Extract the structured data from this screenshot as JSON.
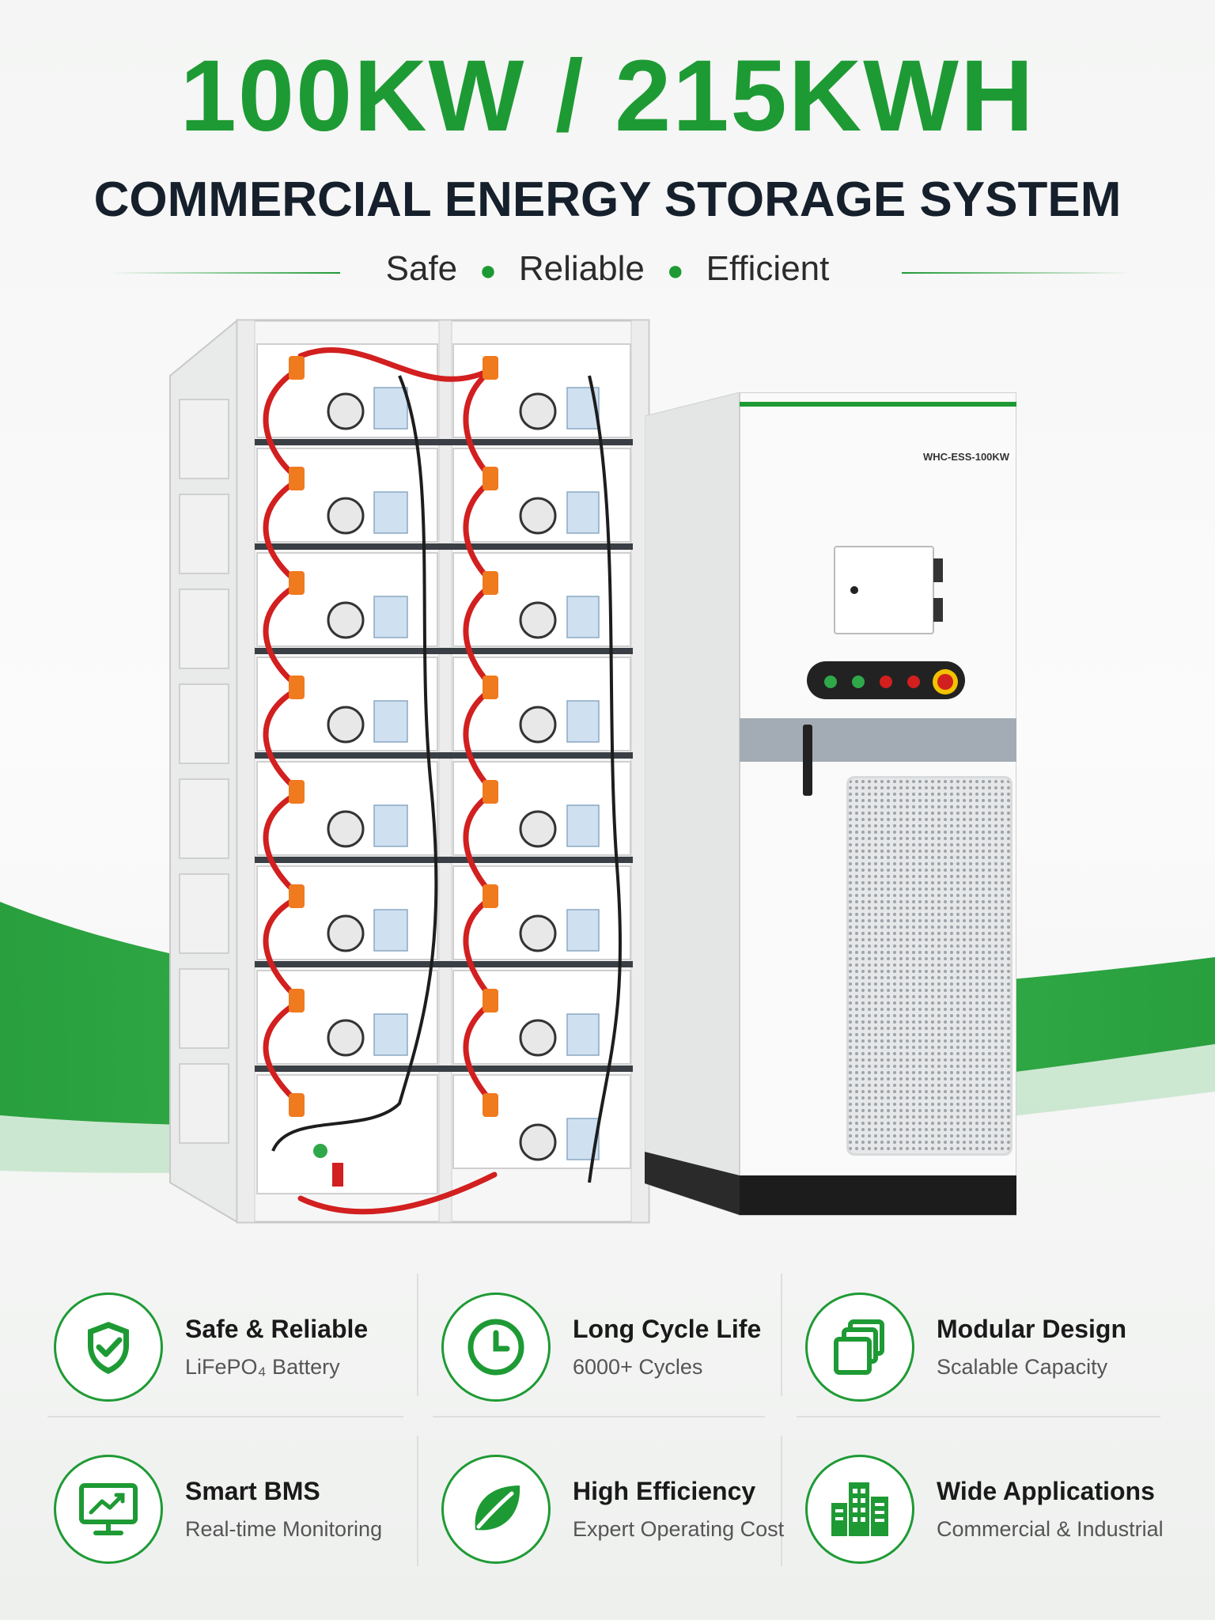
{
  "headline": "100KW / 215KWH",
  "subheadline": "COMMERCIAL ENERGY STORAGE SYSTEM",
  "tagline": {
    "items": [
      "Safe",
      "Reliable",
      "Efficient"
    ]
  },
  "cabinet": {
    "model": "WHC-ESS-100KW"
  },
  "features": [
    {
      "title": "Safe & Reliable",
      "desc": "LiFePO₄ Battery",
      "icon": "shield-check-icon"
    },
    {
      "title": "Long Cycle Life",
      "desc": "6000+ Cycles",
      "icon": "clock-icon"
    },
    {
      "title": "Modular Design",
      "desc": "Scalable Capacity",
      "icon": "stacked-modules-icon"
    },
    {
      "title": "Smart BMS",
      "desc": "Real-time Monitoring",
      "icon": "monitor-chart-icon"
    },
    {
      "title": "High Efficiency",
      "desc": "Expert Operating Cost",
      "icon": "leaf-icon"
    },
    {
      "title": "Wide Applications",
      "desc": "Commercial & Industrial",
      "icon": "buildings-icon"
    }
  ],
  "colors": {
    "accent": "#1e9a34",
    "text_dark": "#16202c"
  }
}
